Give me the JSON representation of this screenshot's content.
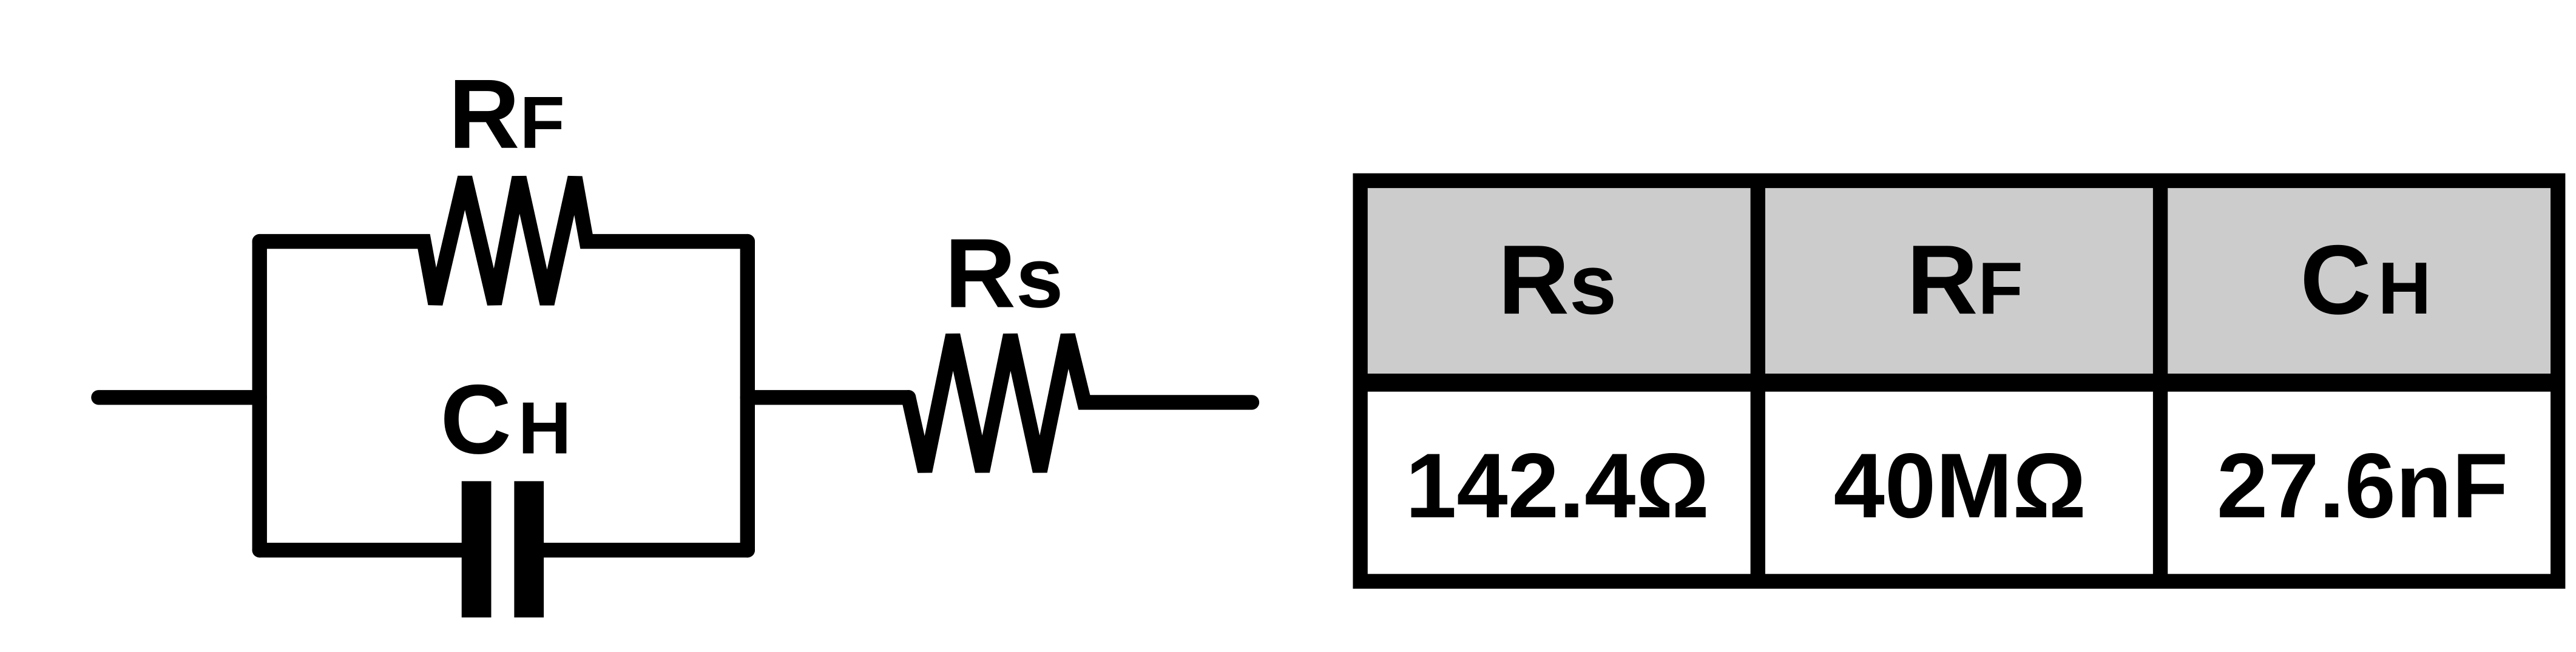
{
  "circuit": {
    "rf_label": {
      "main": "R",
      "sub": "F"
    },
    "ch_label": {
      "main": "C",
      "sub": "H"
    },
    "rs_label": {
      "main": "R",
      "sub": "s"
    }
  },
  "table": {
    "header_fill": "#cccccc",
    "headers": [
      {
        "main": "R",
        "sub": "s"
      },
      {
        "main": "R",
        "sub": "F"
      },
      {
        "main": "C",
        "sub": "H"
      }
    ],
    "values": [
      "142.4Ω",
      "40MΩ",
      "27.6nF"
    ]
  }
}
